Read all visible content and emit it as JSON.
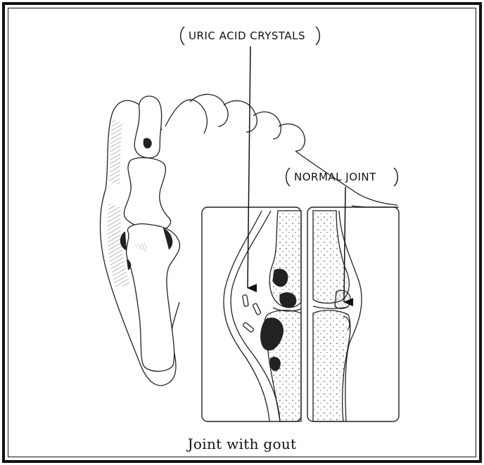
{
  "labels": {
    "uric_acid": "URIC ACID CRYSTALS",
    "normal_joint": "NORMAL JOINT"
  },
  "caption": "Joint with gout",
  "colors": {
    "ink": "#111111",
    "paper": "#ffffff"
  }
}
